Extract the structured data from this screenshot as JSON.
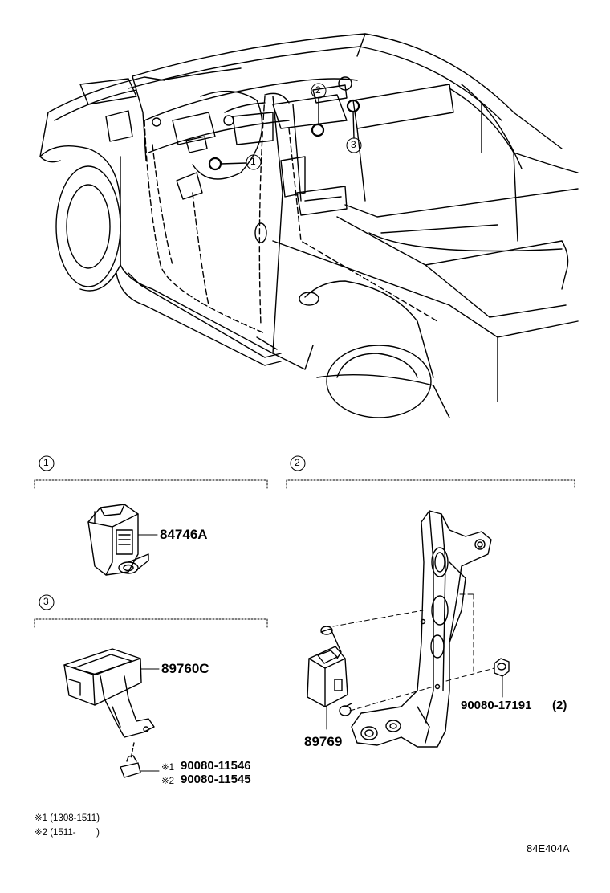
{
  "callouts": [
    {
      "number": "1",
      "label": "1"
    },
    {
      "number": "2",
      "label": "2"
    },
    {
      "number": "3",
      "label": "3"
    }
  ],
  "sections": {
    "s1": {
      "number": "1",
      "parts": [
        "84746A"
      ]
    },
    "s2": {
      "number": "2",
      "parts": [
        "89769",
        "90080-17191",
        "(2)"
      ]
    },
    "s3": {
      "number": "3",
      "parts": [
        "89760C",
        "90080-11546",
        "90080-11545"
      ]
    }
  },
  "part_refs": {
    "p84746A": "84746A",
    "p89760C": "89760C",
    "p89769": "89769",
    "p9008017191": "90080-17191",
    "p9008017191_qty": "(2)",
    "p9008011546": "90080-11546",
    "p9008011545": "90080-11545",
    "mark1": "※1",
    "mark2": "※2"
  },
  "notes": {
    "n1": "※1 (1308-1511)",
    "n2": "※2 (1511-        )"
  },
  "diagram_code": "84E404A",
  "colors": {
    "line": "#000000",
    "background": "#ffffff"
  }
}
